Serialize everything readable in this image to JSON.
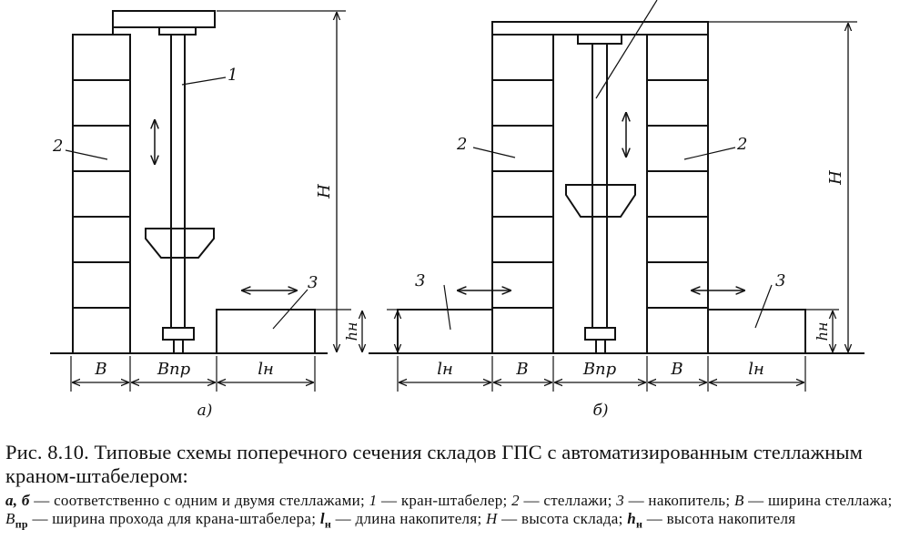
{
  "figure": {
    "left": {
      "label_crane": "1",
      "label_rack": "2",
      "label_store": "3",
      "dim_height": "H",
      "dim_store_height": "hн",
      "dim_rack_width": "B",
      "dim_aisle_width": "Bпр",
      "dim_store_length": "lн",
      "subfig_label": "а)"
    },
    "right": {
      "label_rack_left": "2",
      "label_rack_right": "2",
      "label_store_left": "3",
      "label_store_right": "3",
      "dim_height": "H",
      "dim_store_height": "hн",
      "dim_store_length_left": "lн",
      "dim_rack_width_left": "B",
      "dim_aisle_width": "Bпр",
      "dim_rack_width_right": "B",
      "dim_store_length_right": "lн",
      "subfig_label": "б)"
    }
  },
  "caption": {
    "title": "Рис. 8.10. Типовые схемы поперечного сечения складов ГПС с автоматизированным стеллажным краном-штабелером:",
    "legend": {
      "ab": "а, б",
      "ab_text": " — соответственно с одним и двумя стеллажами; ",
      "n1": "1",
      "n1_text": " — кран-штабелер; ",
      "n2": "2",
      "n2_text": " — стеллажи; ",
      "n3": "3",
      "n3_text": " — накопитель; ",
      "B": "B",
      "B_text": " — ширина стеллажа; ",
      "Bpr": "B",
      "Bpr_sub": "пр",
      "Bpr_text": " — ширина прохода для крана-штабелера; ",
      "ln": "l",
      "ln_sub": "н",
      "ln_text": " — длина накопителя; ",
      "H": "H",
      "H_text": " — высота склада; ",
      "hn": "h",
      "hn_sub": "н",
      "hn_text": " — высота накопителя"
    }
  }
}
